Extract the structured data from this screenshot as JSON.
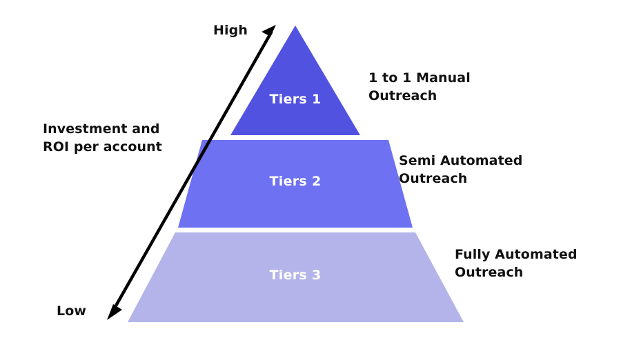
{
  "diagram": {
    "type": "pyramid",
    "background_color": "#ffffff",
    "text_color": "#111111",
    "tiers": [
      {
        "label": "Tiers 1",
        "description": "1 to 1 Manual\nOutreach",
        "color": "#5252e0",
        "level": 1
      },
      {
        "label": "Tiers 2",
        "description": "Semi Automated\nOutreach",
        "color": "#6d71f2",
        "level": 2
      },
      {
        "label": "Tiers 3",
        "description": "Fully Automated\nOutreach",
        "color": "#b4b4ea",
        "level": 3
      }
    ],
    "axis": {
      "caption": "Investment and\nROI per account",
      "high_label": "High",
      "low_label": "Low",
      "arrow_color": "#000000"
    }
  }
}
